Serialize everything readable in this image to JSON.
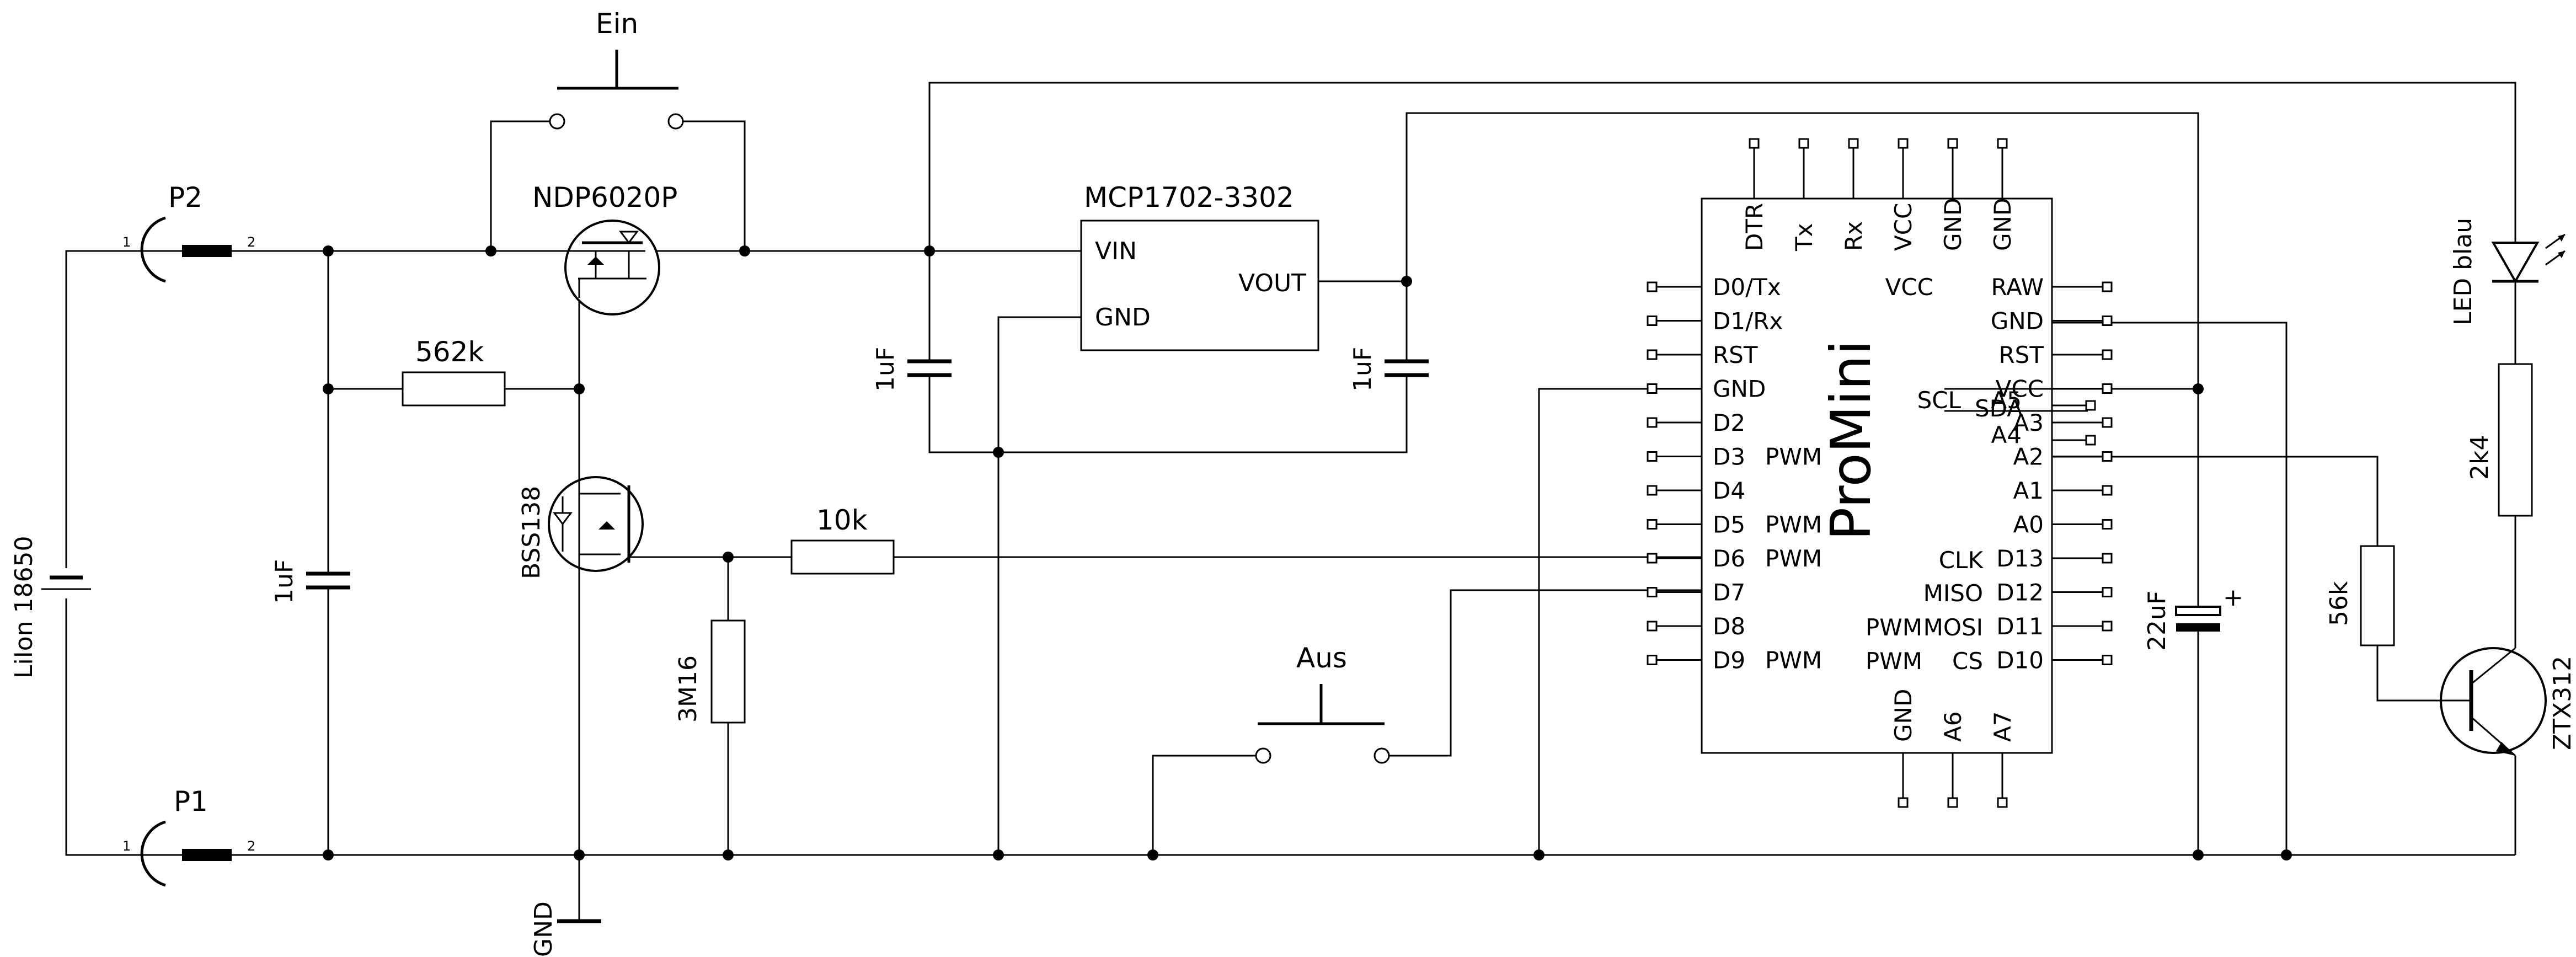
{
  "parts": {
    "p2": "P2",
    "p1": "P1",
    "pin1": "1",
    "pin2": "2",
    "battery": "LiIon 18650",
    "cap1": "1uF",
    "cap2": "1uF",
    "cap3": "1uF",
    "cap4": "22uF",
    "cap4_plus": "+",
    "r1": "562k",
    "r2": "10k",
    "r3": "3M16",
    "r4": "56k",
    "r5": "2k4",
    "q1": "NDP6020P",
    "q2": "BSS138",
    "q3": "ZTX312",
    "sw1": "Ein",
    "sw2": "Aus",
    "reg": "MCP1702-3302",
    "reg_vin": "VIN",
    "reg_gnd": "GND",
    "reg_vout": "VOUT",
    "led": "LED blau",
    "gnd": "GND"
  },
  "promini": {
    "name": "ProMini",
    "top_pins": [
      "DTR",
      "Tx",
      "Rx",
      "VCC",
      "GND",
      "GND"
    ],
    "bottom_pins": [
      "GND",
      "A6",
      "A7"
    ],
    "left_pins": [
      "D0/Tx",
      "D1/Rx",
      "RST",
      "GND",
      "D2",
      "D3",
      "D4",
      "D5",
      "D6",
      "D7",
      "D8",
      "D9"
    ],
    "left_extra": [
      "PWM",
      "PWM",
      "PWM",
      "PWM"
    ],
    "right_pins": [
      "RAW",
      "GND",
      "RST",
      "VCC",
      "A3",
      "A2",
      "A1",
      "A0",
      "D13",
      "D12",
      "D11",
      "D10"
    ],
    "right_vcc": "VCC",
    "inner": [
      "SCL",
      "A5",
      "SDA",
      "A4",
      "CLK",
      "MISO",
      "PWM",
      "MOSI",
      "PWM",
      "CS"
    ]
  }
}
